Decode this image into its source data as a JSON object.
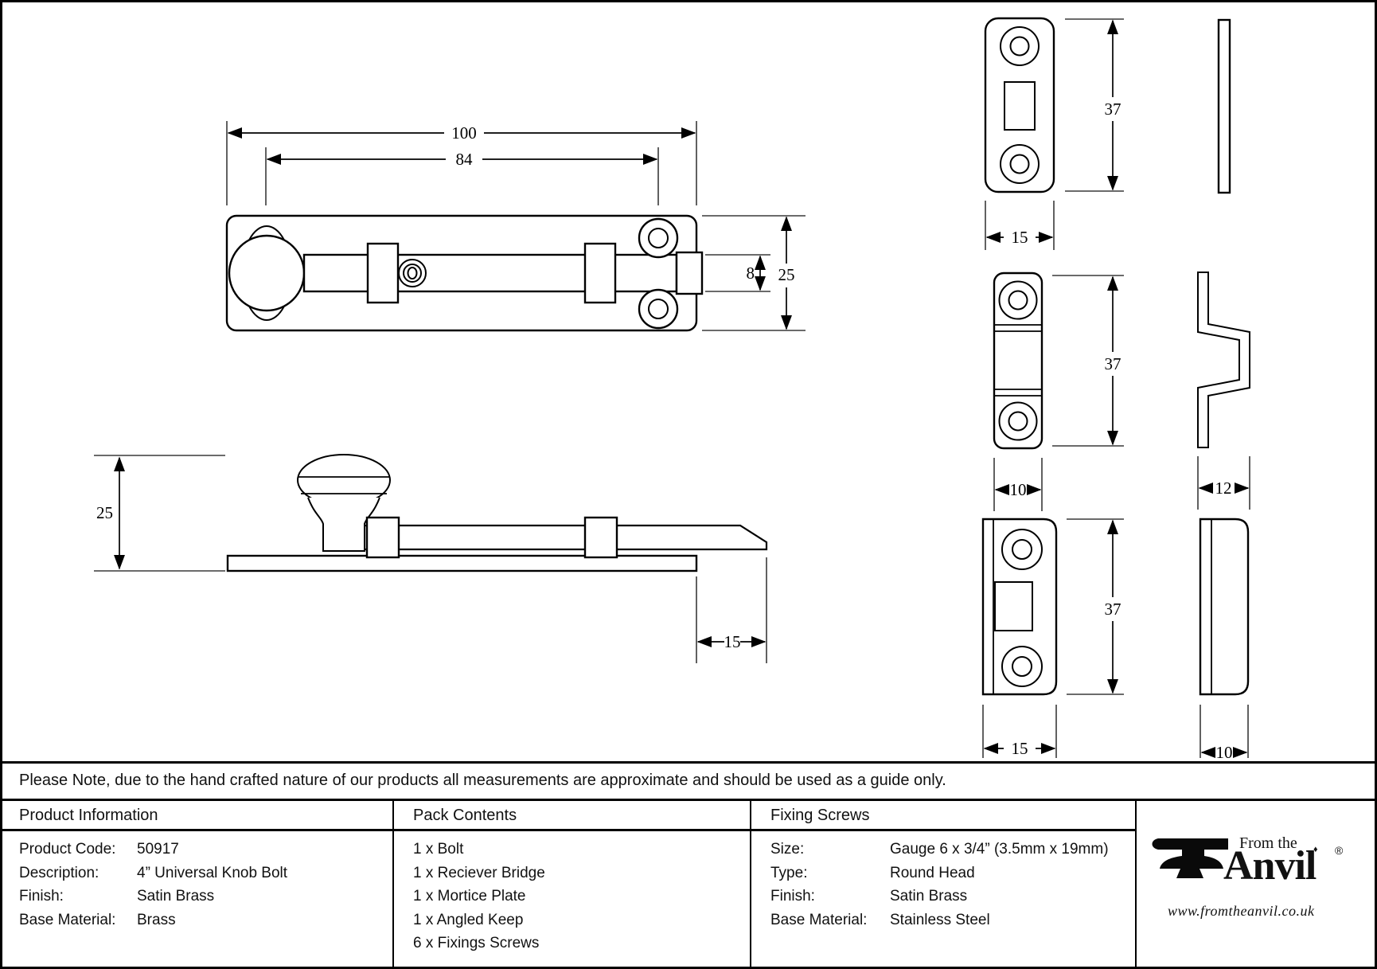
{
  "note": {
    "text": "Please Note, due to the hand crafted nature of our products all measurements are approximate and should be used as a guide only."
  },
  "table": {
    "product_information": {
      "header": "Product Information",
      "rows": [
        {
          "label": "Product Code:",
          "value": "50917"
        },
        {
          "label": "Description:",
          "value": "4” Universal Knob Bolt"
        },
        {
          "label": "Finish:",
          "value": "Satin Brass"
        },
        {
          "label": "Base Material:",
          "value": "Brass"
        }
      ]
    },
    "pack_contents": {
      "header": "Pack Contents",
      "items": [
        "1 x Bolt",
        "1 x Reciever Bridge",
        "1 x Mortice Plate",
        "1 x Angled Keep",
        "6 x Fixings Screws"
      ]
    },
    "fixing_screws": {
      "header": "Fixing Screws",
      "rows": [
        {
          "label": "Size:",
          "value": "Gauge 6 x 3/4” (3.5mm x 19mm)"
        },
        {
          "label": "Type:",
          "value": "Round Head"
        },
        {
          "label": "Finish:",
          "value": "Satin Brass"
        },
        {
          "label": "Base Material:",
          "value": "Stainless Steel"
        }
      ]
    },
    "logo": {
      "tagline": "From the",
      "diamond": "♦",
      "brand": "Anvil",
      "registered": "®",
      "url": "www.fromtheanvil.co.uk"
    }
  },
  "dimensions": {
    "plan_overall": "100",
    "plan_bolt_length": "84",
    "plan_rod_width": "8",
    "plan_plate_height": "25",
    "side_height": "25",
    "side_throw": "15",
    "mortice_plate_height": "37",
    "mortice_plate_width": "15",
    "receiver_bridge_height": "37",
    "receiver_bridge_width": "10",
    "angled_keep_depth": "12",
    "angled_keep_height": "37",
    "angled_keep_width": "15",
    "angled_keep_side_width": "10"
  }
}
